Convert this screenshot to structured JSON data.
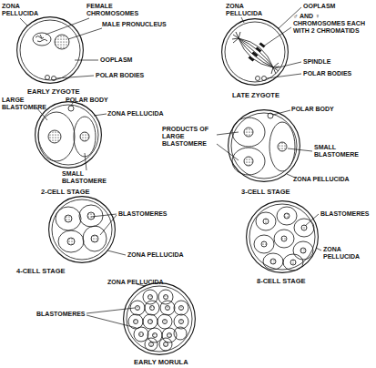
{
  "diagram": {
    "nodes": [
      {
        "text": [
          "EARLY ZYGOTE"
        ]
      },
      {
        "text": [
          "LATE ZYGOTE"
        ]
      },
      {
        "text": [
          "2-CELL STAGE"
        ]
      },
      {
        "text": [
          "3-CELL STAGE"
        ]
      },
      {
        "text": [
          "4-CELL STAGE"
        ]
      },
      {
        "text": [
          "8-CELL STAGE"
        ]
      },
      {
        "text": [
          "EARLY MORULA"
        ]
      }
    ],
    "labels": [
      "ZONA PELLUCIDA",
      "FEMALE CHROMOSOMES",
      "MALE PRONUCLEUS",
      "OOPLASM",
      "POLAR BODIES",
      "ZONA PELLUCIDA",
      "OOPLASM",
      "♂ AND ♀ CHROMOSOMES EACH WITH 2 CHROMATIDS",
      "SPINDLE",
      "POLAR BODIES",
      "LARGE BLASTOMERE",
      "POLAR BODY",
      "ZONA PELLUCIDA",
      "SMALL BLASTOMERE",
      "POLAR BODY",
      "PRODUCTS OF LARGE BLASTOMERE",
      "SMALL BLASTOMERE",
      "ZONA PELLUCIDA",
      "BLASTOMERES",
      "ZONA PELLUCIDA",
      "BLASTOMERES",
      "ZONA PELLUCIDA",
      "ZONA PELLUCIDA",
      "BLASTOMERES"
    ]
  }
}
